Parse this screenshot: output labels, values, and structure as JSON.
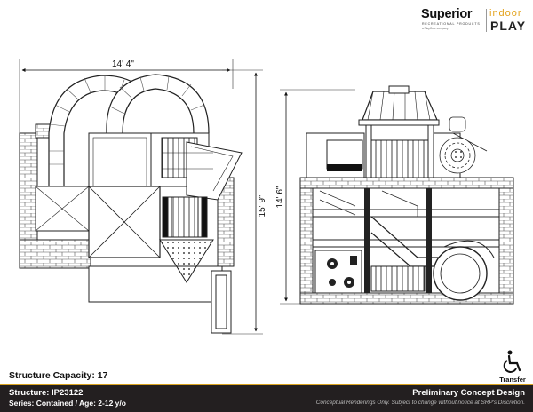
{
  "logo": {
    "brand": "Superior",
    "tagline": "RECREATIONAL PRODUCTS",
    "subline": "a PlayCore company",
    "indoor": "indoor",
    "play": "PLAY"
  },
  "dimensions": {
    "top_view_width": "14' 4\"",
    "top_view_depth": "15' 9\"",
    "elevation_height": "14' 6\""
  },
  "capacity": "Structure Capacity: 17",
  "accessibility": {
    "icon": "wheelchair-icon",
    "label": "Transfer"
  },
  "footer": {
    "structure": "Structure: IP23122",
    "series": "Series: Contained / Age: 2-12 y/o",
    "title": "Preliminary Concept Design",
    "disclaimer": "Conceptual Renderings Only. Subject to change without notice at SRP's Discretion."
  },
  "colors": {
    "accent": "#d9a21f",
    "footer_bg": "#231f20"
  }
}
